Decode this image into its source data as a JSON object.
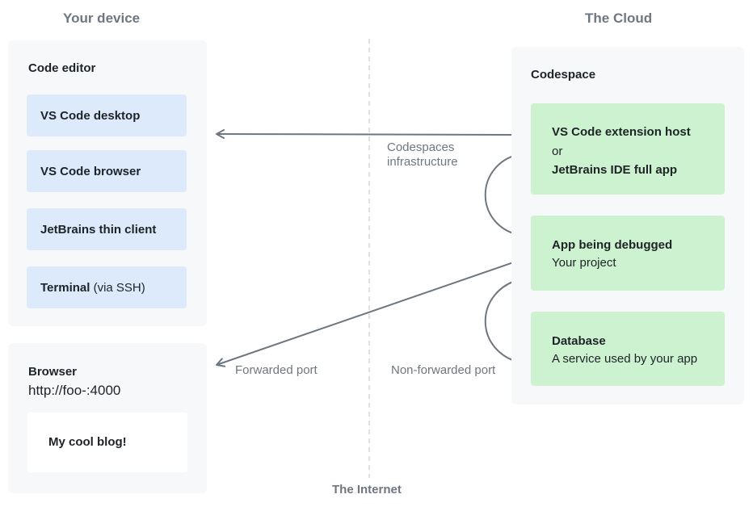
{
  "columns": {
    "left_title": "Your device",
    "right_title": "The Cloud",
    "bottom_title": "The Internet"
  },
  "code_editor": {
    "title": "Code editor",
    "items": [
      {
        "label": "VS Code desktop",
        "suffix": ""
      },
      {
        "label": "VS Code browser",
        "suffix": ""
      },
      {
        "label": "JetBrains thin client",
        "suffix": ""
      },
      {
        "label": "Terminal",
        "suffix": " (via SSH)"
      }
    ]
  },
  "browser": {
    "title": "Browser",
    "url": "http://foo-:4000",
    "page_text": "My cool blog!"
  },
  "codespace": {
    "title": "Codespace",
    "host": {
      "line1": "VS Code extension host",
      "line2": "or",
      "line3": "JetBrains IDE full app"
    },
    "app": {
      "title": "App being debugged",
      "subtitle": "Your project"
    },
    "database": {
      "title": "Database",
      "subtitle": "A service used by your app"
    }
  },
  "edges": {
    "infrastructure_line1": "Codespaces",
    "infrastructure_line2": "infrastructure",
    "forwarded": "Forwarded port",
    "non_forwarded": "Non-forwarded port"
  },
  "colors": {
    "editor_box": "#ddeafc",
    "cloud_box": "#ccf2cf",
    "panel": "#f6f8fa",
    "arrow": "#6e7781"
  }
}
